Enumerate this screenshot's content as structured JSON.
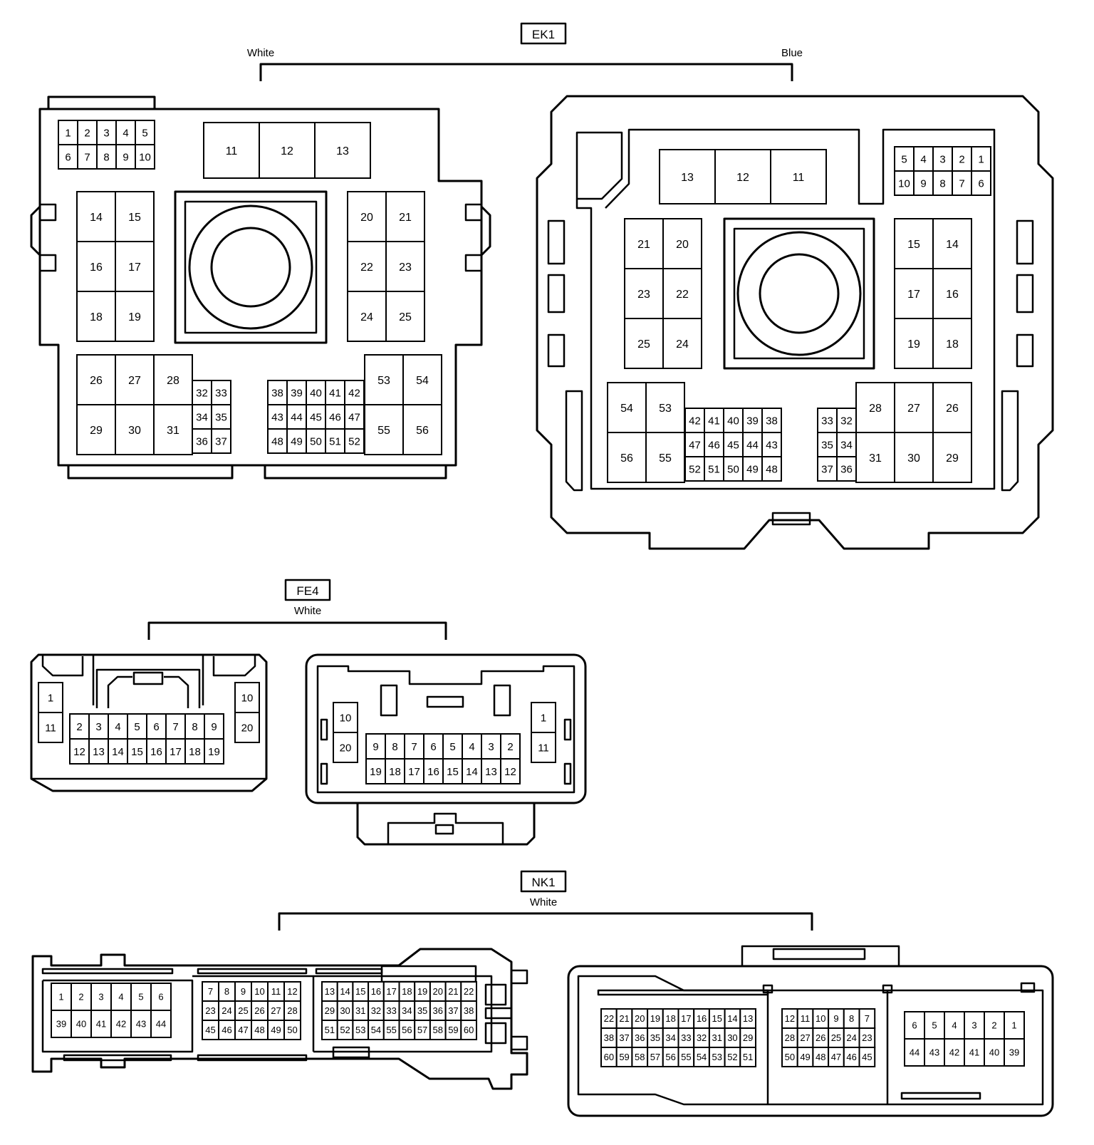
{
  "connectors": [
    {
      "code": "EK1",
      "left_color": "White",
      "right_color": "Blue"
    },
    {
      "code": "FE4",
      "color": "White"
    },
    {
      "code": "NK1",
      "color": "White"
    }
  ],
  "ek1_left": {
    "rows_1_10": [
      [
        "1",
        "2",
        "3",
        "4",
        "5"
      ],
      [
        "6",
        "7",
        "8",
        "9",
        "10"
      ]
    ],
    "top_big": [
      "11",
      "12",
      "13"
    ],
    "left_block": [
      [
        "14",
        "15"
      ],
      [
        "16",
        "17"
      ],
      [
        "18",
        "19"
      ]
    ],
    "right_block": [
      [
        "20",
        "21"
      ],
      [
        "22",
        "23"
      ],
      [
        "24",
        "25"
      ]
    ],
    "bottom_left_big": [
      [
        "26",
        "27",
        "28"
      ],
      [
        "29",
        "30",
        "31"
      ]
    ],
    "small_a": [
      [
        "32",
        "33"
      ],
      [
        "34",
        "35"
      ],
      [
        "36",
        "37"
      ]
    ],
    "small_b": [
      [
        "38",
        "39",
        "40",
        "41",
        "42"
      ],
      [
        "43",
        "44",
        "45",
        "46",
        "47"
      ],
      [
        "48",
        "49",
        "50",
        "51",
        "52"
      ]
    ],
    "bottom_right_big": [
      [
        "53",
        "54"
      ],
      [
        "55",
        "56"
      ]
    ]
  },
  "ek1_right": {
    "rows_1_10": [
      [
        "5",
        "4",
        "3",
        "2",
        "1"
      ],
      [
        "10",
        "9",
        "8",
        "7",
        "6"
      ]
    ],
    "top_big": [
      "13",
      "12",
      "11"
    ],
    "left_block": [
      [
        "21",
        "20"
      ],
      [
        "23",
        "22"
      ],
      [
        "25",
        "24"
      ]
    ],
    "right_block": [
      [
        "15",
        "14"
      ],
      [
        "17",
        "16"
      ],
      [
        "19",
        "18"
      ]
    ],
    "bottom_left_big": [
      [
        "54",
        "53"
      ],
      [
        "56",
        "55"
      ]
    ],
    "small_b": [
      [
        "42",
        "41",
        "40",
        "39",
        "38"
      ],
      [
        "47",
        "46",
        "45",
        "44",
        "43"
      ],
      [
        "52",
        "51",
        "50",
        "49",
        "48"
      ]
    ],
    "small_a": [
      [
        "33",
        "32"
      ],
      [
        "35",
        "34"
      ],
      [
        "37",
        "36"
      ]
    ],
    "bottom_right_big": [
      [
        "28",
        "27",
        "26"
      ],
      [
        "31",
        "30",
        "29"
      ]
    ]
  },
  "fe4_left": {
    "end_left": [
      "1",
      "11"
    ],
    "end_right": [
      "10",
      "20"
    ],
    "grid": [
      [
        "2",
        "3",
        "4",
        "5",
        "6",
        "7",
        "8",
        "9"
      ],
      [
        "12",
        "13",
        "14",
        "15",
        "16",
        "17",
        "18",
        "19"
      ]
    ]
  },
  "fe4_right": {
    "end_left": [
      "10",
      "20"
    ],
    "end_right": [
      "1",
      "11"
    ],
    "grid": [
      [
        "9",
        "8",
        "7",
        "6",
        "5",
        "4",
        "3",
        "2"
      ],
      [
        "19",
        "18",
        "17",
        "16",
        "15",
        "14",
        "13",
        "12"
      ]
    ]
  },
  "nk1_left": {
    "block_a": [
      [
        "1",
        "2",
        "3",
        "4",
        "5",
        "6"
      ],
      [
        "39",
        "40",
        "41",
        "42",
        "43",
        "44"
      ]
    ],
    "block_b": [
      [
        "7",
        "8",
        "9",
        "10",
        "11",
        "12"
      ],
      [
        "23",
        "24",
        "25",
        "26",
        "27",
        "28"
      ],
      [
        "45",
        "46",
        "47",
        "48",
        "49",
        "50"
      ]
    ],
    "block_c": [
      [
        "13",
        "14",
        "15",
        "16",
        "17",
        "18",
        "19",
        "20",
        "21",
        "22"
      ],
      [
        "29",
        "30",
        "31",
        "32",
        "33",
        "34",
        "35",
        "36",
        "37",
        "38"
      ],
      [
        "51",
        "52",
        "53",
        "54",
        "55",
        "56",
        "57",
        "58",
        "59",
        "60"
      ]
    ]
  },
  "nk1_right": {
    "block_c": [
      [
        "22",
        "21",
        "20",
        "19",
        "18",
        "17",
        "16",
        "15",
        "14",
        "13"
      ],
      [
        "38",
        "37",
        "36",
        "35",
        "34",
        "33",
        "32",
        "31",
        "30",
        "29"
      ],
      [
        "60",
        "59",
        "58",
        "57",
        "56",
        "55",
        "54",
        "53",
        "52",
        "51"
      ]
    ],
    "block_b": [
      [
        "12",
        "11",
        "10",
        "9",
        "8",
        "7"
      ],
      [
        "28",
        "27",
        "26",
        "25",
        "24",
        "23"
      ],
      [
        "50",
        "49",
        "48",
        "47",
        "46",
        "45"
      ]
    ],
    "block_a": [
      [
        "6",
        "5",
        "4",
        "3",
        "2",
        "1"
      ],
      [
        "44",
        "43",
        "42",
        "41",
        "40",
        "39"
      ]
    ]
  }
}
